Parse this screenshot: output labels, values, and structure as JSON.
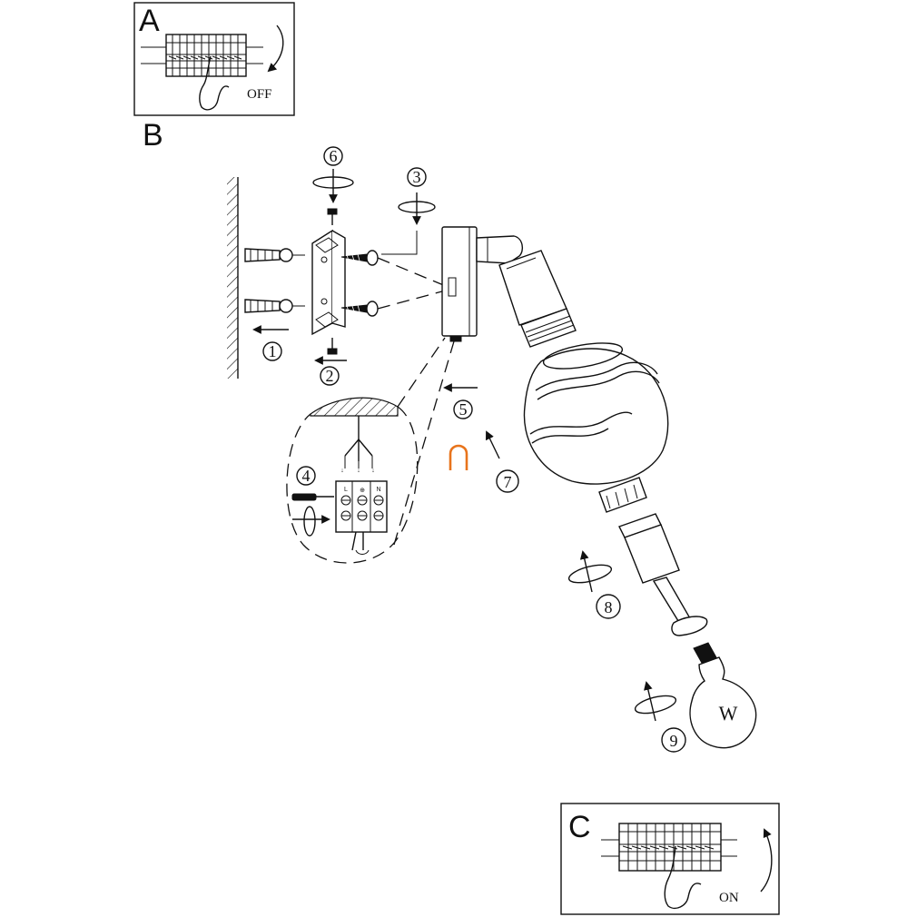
{
  "panels": [
    {
      "id": "A",
      "letter": "A",
      "switch_label": "OFF"
    },
    {
      "id": "B",
      "letter": "B"
    },
    {
      "id": "C",
      "letter": "C",
      "switch_label": "ON"
    }
  ],
  "steps": [
    "1",
    "2",
    "3",
    "4",
    "5",
    "6",
    "7",
    "8",
    "9"
  ],
  "terminal_labels": {
    "left": "L",
    "earth": "⊕",
    "right": "N"
  },
  "bulb_letter": "W",
  "colors": {
    "line": "#111111",
    "accent": "#e8741c"
  },
  "icons": [
    "wall-hatch-icon",
    "wall-plug-icon",
    "screw-icon",
    "rotate-icon",
    "arrow-icon",
    "hand-icon",
    "circuit-breaker-icon",
    "bulb-icon",
    "u-shape-icon"
  ]
}
